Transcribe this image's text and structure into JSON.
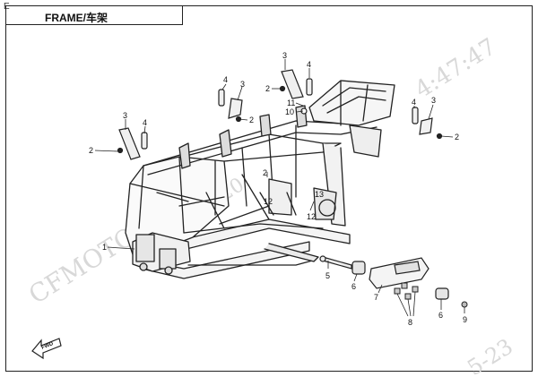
{
  "title": {
    "prefix": "E",
    "text": "FRAME/车架"
  },
  "callouts": [
    "1",
    "2",
    "3",
    "4",
    "5",
    "6",
    "7",
    "8",
    "9",
    "10",
    "11",
    "12",
    "13"
  ],
  "fwd_label": "FWD",
  "watermarks": {
    "brand": "CFMOTO",
    "time": "4:47:47",
    "date_frag": "20",
    "date_tail": "5-23"
  }
}
